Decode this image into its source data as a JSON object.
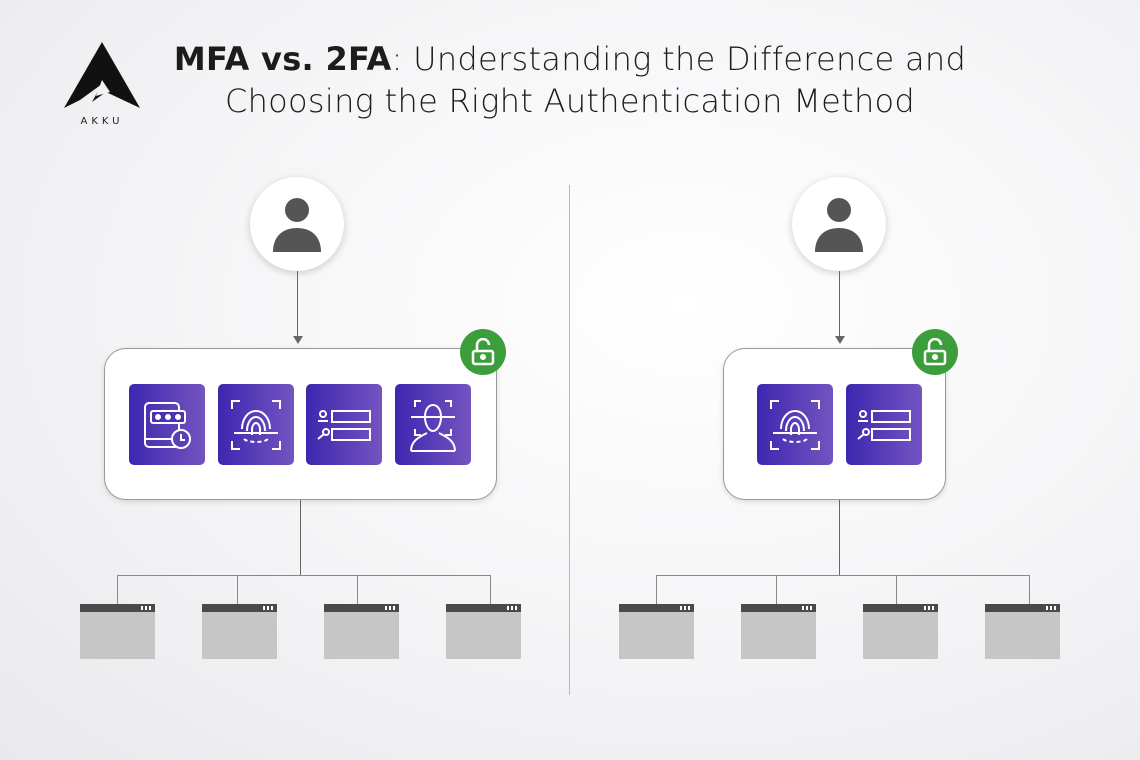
{
  "header": {
    "title_bold": "MFA vs. 2FA",
    "title_rest": ": Understanding the Difference and",
    "title_line2": "Choosing the Right Authentication Method",
    "logo_text": "AKKU"
  },
  "panels": [
    {
      "name": "mfa",
      "factors": [
        "otp-device-icon",
        "fingerprint-scan-icon",
        "username-password-icon",
        "face-recognition-icon"
      ],
      "resources": 4
    },
    {
      "name": "2fa",
      "factors": [
        "fingerprint-scan-icon",
        "username-password-icon"
      ],
      "resources": 4
    }
  ],
  "colors": {
    "tile_start": "#3d27b0",
    "tile_end": "#7454c0",
    "lock": "#3c9e3a"
  }
}
